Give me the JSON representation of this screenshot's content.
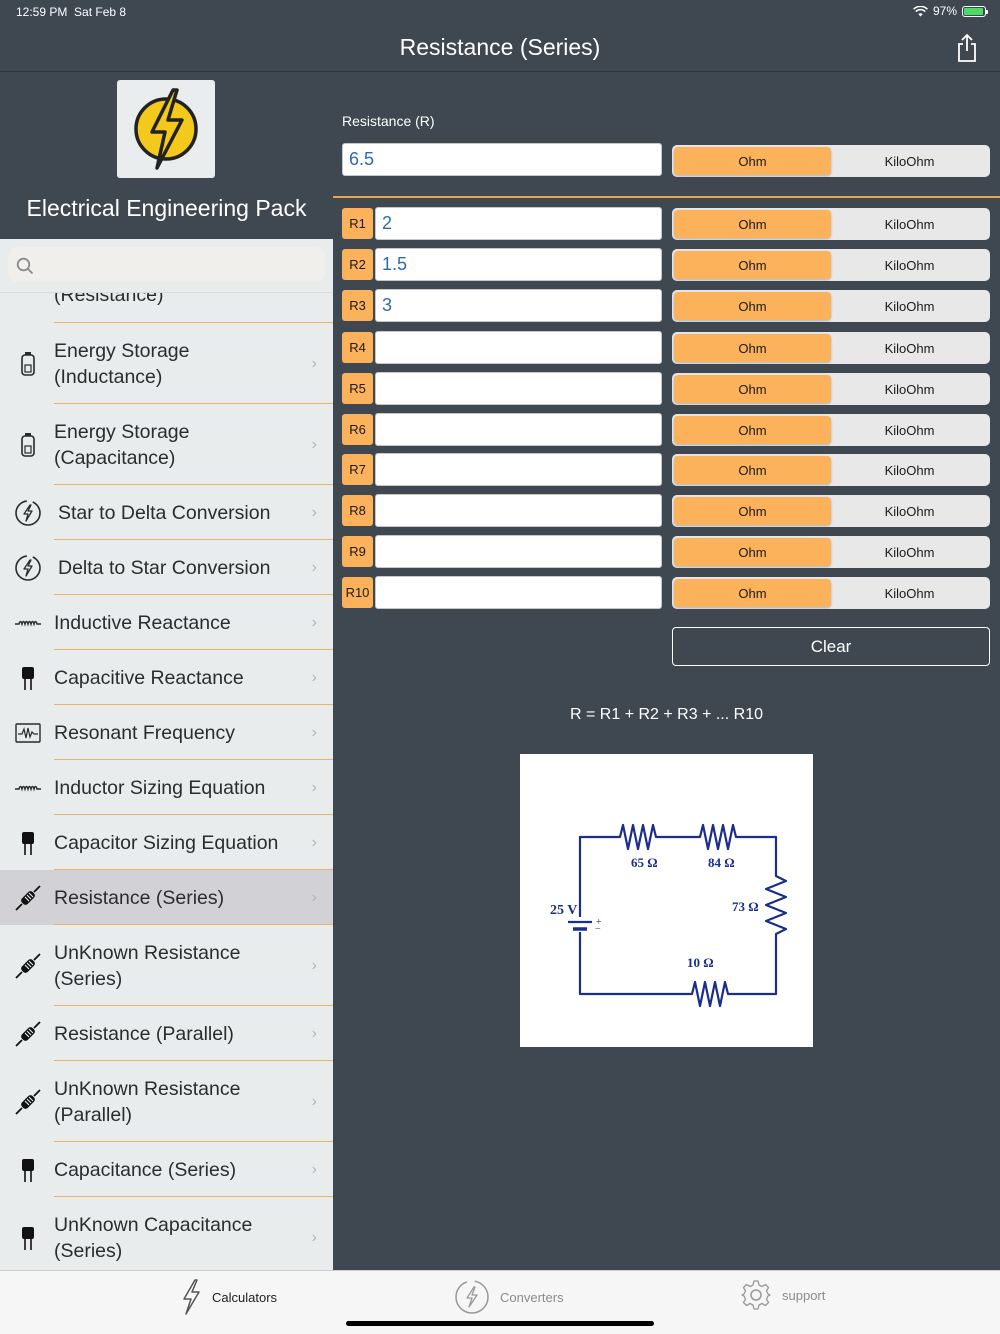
{
  "status": {
    "time": "12:59 PM",
    "date": "Sat Feb 8",
    "battery": "97%",
    "battery_level": 0.97
  },
  "nav": {
    "title": "Resistance (Series)"
  },
  "sidebar": {
    "app_name": "Electrical Engineering Pack",
    "search_placeholder": "",
    "items": [
      {
        "label": "(Resistance)",
        "icon": "battery-icon",
        "selected": false
      },
      {
        "label": "Energy Storage (Inductance)",
        "icon": "battery-icon",
        "selected": false
      },
      {
        "label": "Energy Storage (Capacitance)",
        "icon": "battery-icon",
        "selected": false
      },
      {
        "label": "Star to Delta Conversion",
        "icon": "bolt-circle-icon",
        "selected": false
      },
      {
        "label": "Delta to Star Conversion",
        "icon": "bolt-circle-icon",
        "selected": false
      },
      {
        "label": "Inductive Reactance",
        "icon": "inductor-icon",
        "selected": false
      },
      {
        "label": "Capacitive Reactance",
        "icon": "capacitor-icon",
        "selected": false
      },
      {
        "label": "Resonant Frequency",
        "icon": "oscilloscope-icon",
        "selected": false
      },
      {
        "label": "Inductor Sizing Equation",
        "icon": "inductor-icon",
        "selected": false
      },
      {
        "label": "Capacitor Sizing Equation",
        "icon": "capacitor-icon",
        "selected": false
      },
      {
        "label": "Resistance (Series)",
        "icon": "resistor-icon",
        "selected": true
      },
      {
        "label": "UnKnown Resistance (Series)",
        "icon": "resistor-icon",
        "selected": false
      },
      {
        "label": "Resistance (Parallel)",
        "icon": "resistor-icon",
        "selected": false
      },
      {
        "label": "UnKnown Resistance (Parallel)",
        "icon": "resistor-icon",
        "selected": false
      },
      {
        "label": "Capacitance (Series)",
        "icon": "capacitor-icon",
        "selected": false
      },
      {
        "label": "UnKnown Capacitance (Series)",
        "icon": "capacitor-icon",
        "selected": false
      }
    ]
  },
  "calculator": {
    "result_label": "Resistance (R)",
    "result_value": "6.5",
    "units": [
      "Ohm",
      "KiloOhm"
    ],
    "rows": [
      {
        "label": "R1",
        "value": "2",
        "unit": "Ohm"
      },
      {
        "label": "R2",
        "value": "1.5",
        "unit": "Ohm"
      },
      {
        "label": "R3",
        "value": "3",
        "unit": "Ohm"
      },
      {
        "label": "R4",
        "value": "",
        "unit": "Ohm"
      },
      {
        "label": "R5",
        "value": "",
        "unit": "Ohm"
      },
      {
        "label": "R6",
        "value": "",
        "unit": "Ohm"
      },
      {
        "label": "R7",
        "value": "",
        "unit": "Ohm"
      },
      {
        "label": "R8",
        "value": "",
        "unit": "Ohm"
      },
      {
        "label": "R9",
        "value": "",
        "unit": "Ohm"
      },
      {
        "label": "R10",
        "value": "",
        "unit": "Ohm"
      }
    ],
    "clear_label": "Clear",
    "formula": "R = R1 + R2 + R3 + ... R10"
  },
  "circuit": {
    "source": "25 V",
    "plus": "+",
    "minus": "−",
    "resistors": [
      "65 Ω",
      "84 Ω",
      "73 Ω",
      "10 Ω"
    ],
    "wire_color": "#1a2e8a"
  },
  "tabs": [
    {
      "label": "Calculators",
      "icon": "bolt-icon",
      "active": true
    },
    {
      "label": "Converters",
      "icon": "bolt-circle-icon",
      "active": false
    },
    {
      "label": "support",
      "icon": "gear-icon",
      "active": false
    }
  ],
  "colors": {
    "accent": "#fbb25a",
    "background": "#3f4851",
    "sidebar": "#e8ecec",
    "value_text": "#2d6ab5"
  }
}
